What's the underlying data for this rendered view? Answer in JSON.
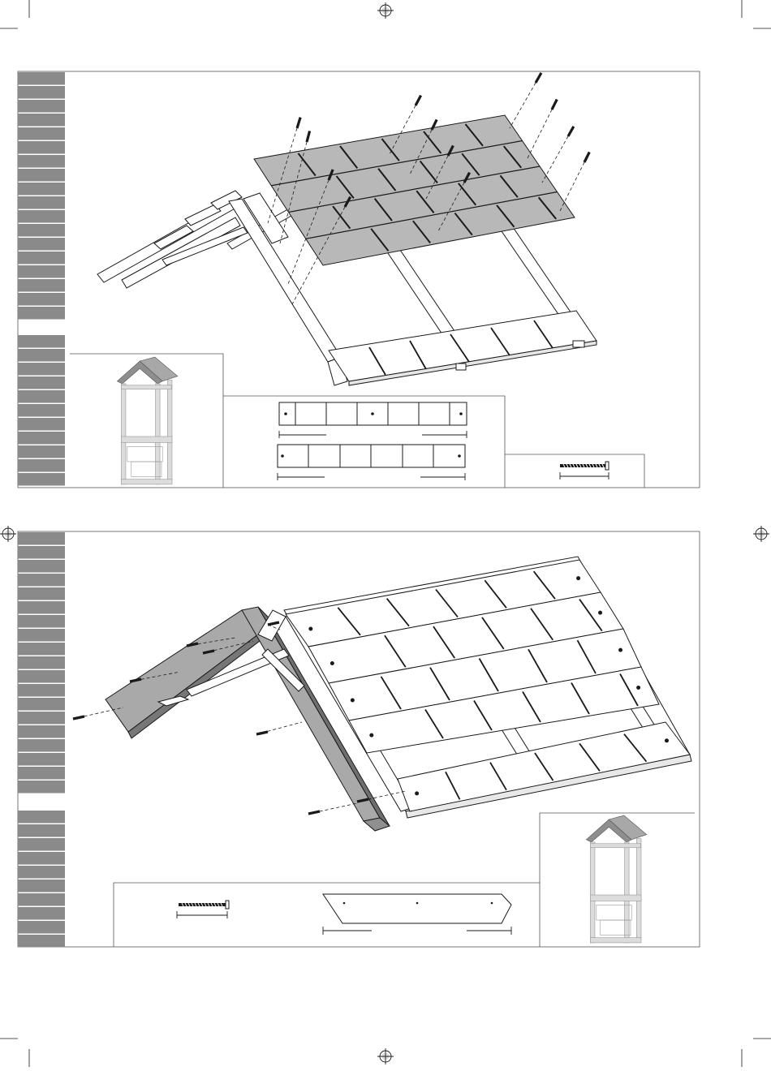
{
  "document": {
    "type": "assembly-instructions",
    "subject": "Playhouse tower roof panels and ridge boards"
  },
  "colors": {
    "line": "#1a1a1a",
    "shingle_fill": "#b8b8b8",
    "tab_fill": "#8a8a8a",
    "tower_fill": "#dcdcdc",
    "tower_roof": "#8e8e8e",
    "board_fill": "#a9a9a9",
    "frame": "#444444"
  },
  "steps": [
    {
      "id": "upper",
      "content": "Shingle-board panel placed on roof rafters, fastened with screws"
    },
    {
      "id": "lower",
      "content": "Ridge boards fastened along both roof slopes with screws"
    }
  ],
  "icons": {
    "registration": "crosshair-registration-icon",
    "screw": "screw-icon"
  }
}
